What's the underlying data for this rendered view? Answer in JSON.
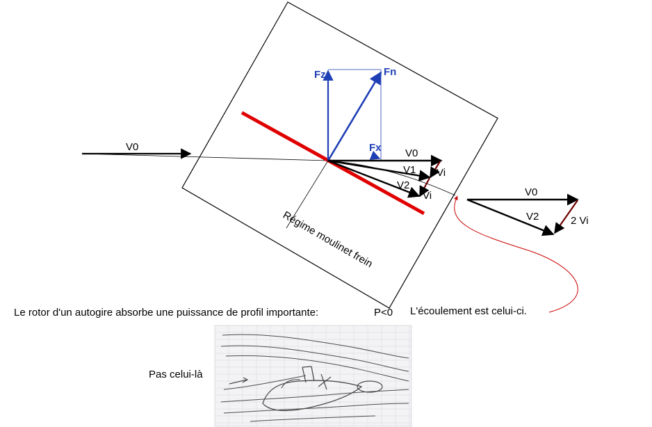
{
  "diagram": {
    "labels": {
      "v0_incoming": "V0",
      "fz": "Fz",
      "fn": "Fn",
      "fx": "Fx",
      "v0_rotor": "V0",
      "v1": "V1",
      "vi_1": "Vi",
      "v2_rotor": "V2",
      "vi_2": "Vi",
      "v0_far": "V0",
      "v2_far": "V2",
      "two_vi": "2 Vi",
      "regime": "Régime moulinet frein"
    }
  },
  "captions": {
    "statement": "Le rotor d'un autogire absorbe une puissance de profil importante:",
    "power": "P<0",
    "flow_yes": "L'écoulement est celui-ci.",
    "flow_no": "Pas celui-là"
  },
  "colors": {
    "rotor_disk": "#e00000",
    "force_vectors": "#1f3fb5",
    "pointer_curve": "#cc0000"
  }
}
